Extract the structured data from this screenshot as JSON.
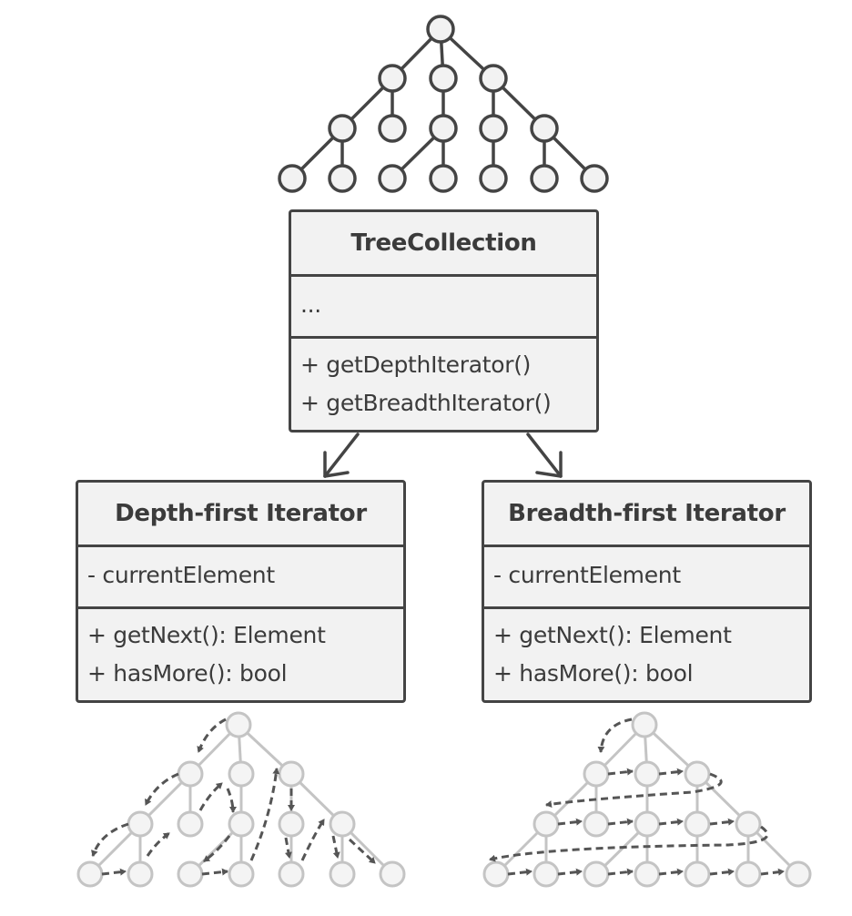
{
  "tree_collection": {
    "name": "TreeCollection",
    "attributes": [
      "..."
    ],
    "methods": [
      "+ getDepthIterator()",
      "+ getBreadthIterator()"
    ]
  },
  "depth_iterator": {
    "name": "Depth-first Iterator",
    "attributes": [
      "- currentElement"
    ],
    "methods": [
      "+ getNext(): Element",
      "+ hasMore(): bool"
    ]
  },
  "breadth_iterator": {
    "name": "Breadth-first Iterator",
    "attributes": [
      "- currentElement"
    ],
    "methods": [
      "+ getNext(): Element",
      "+ hasMore(): bool"
    ]
  },
  "colors": {
    "border": "#444444",
    "box_fill": "#f2f2f2",
    "text": "#3b3b3b",
    "faded_tree": "#c4c4c4",
    "traversal_arrow": "#555555"
  }
}
